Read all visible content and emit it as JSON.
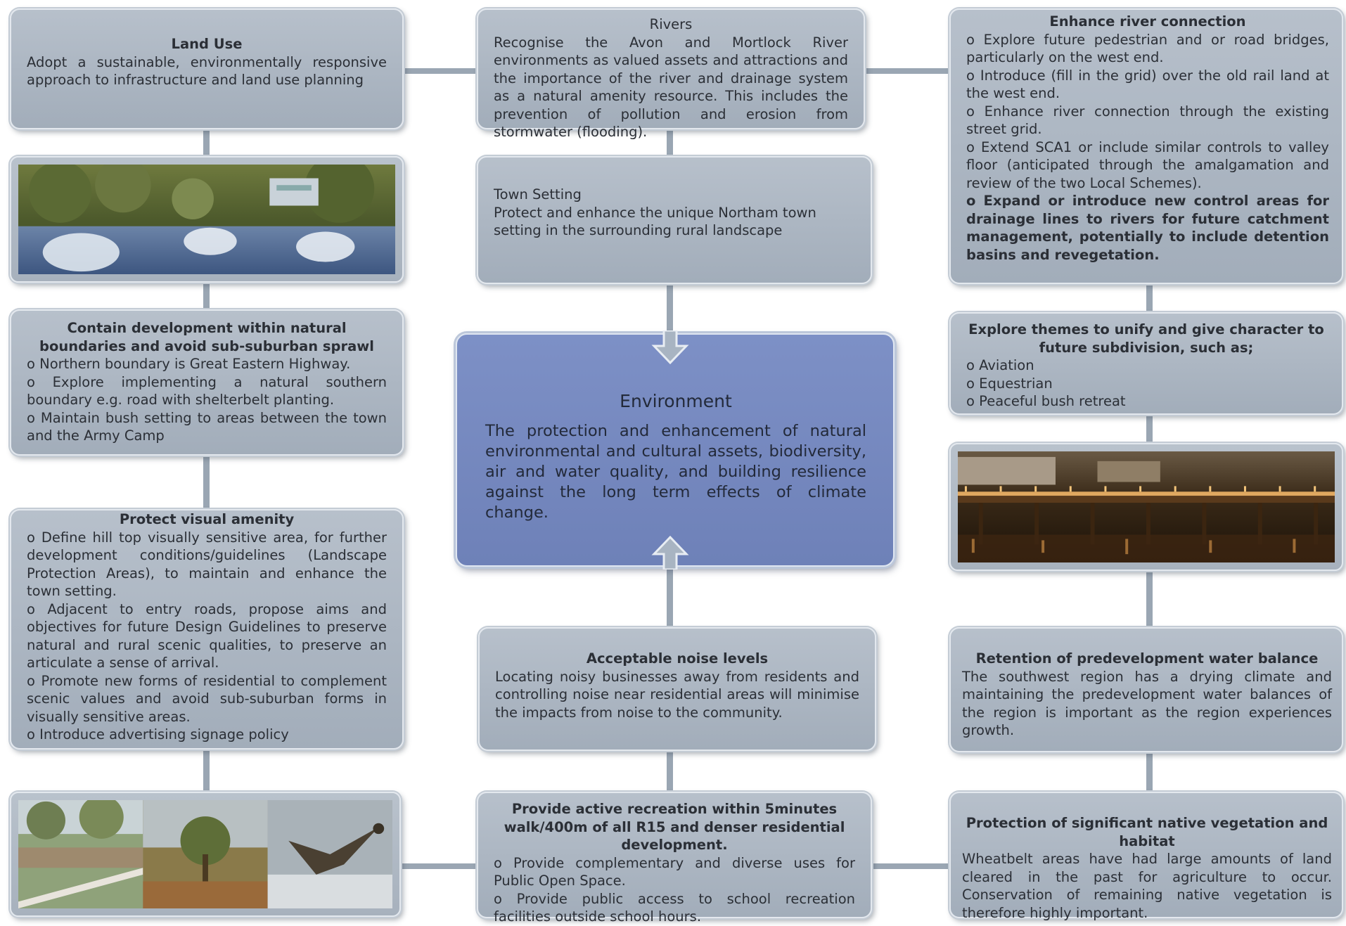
{
  "land_use": {
    "title": "Land Use",
    "text": "Adopt a sustainable, environmentally responsive approach to infrastructure and land use planning"
  },
  "rivers": {
    "title": "Rivers",
    "text": "Recognise the Avon and Mortlock River environments as valued assets and attractions and the importance of the river and drainage system as a natural amenity resource. This includes the prevention of pollution and erosion from stormwater (flooding)."
  },
  "enhance_river": {
    "title": "Enhance river connection",
    "items": [
      "Explore future pedestrian and or road bridges, particularly on the west end.",
      "Introduce (fill in the grid) over the old rail land at the west end.",
      "Enhance river connection through the existing street grid.",
      "Extend SCA1 or include similar controls to valley floor (anticipated through the amalgamation and review of the two Local Schemes).",
      "Expand or introduce new control areas for drainage lines to rivers for future catchment management, potentially to include detention basins and revegetation."
    ]
  },
  "town_setting": {
    "title": "Town Setting",
    "text": "Protect and enhance the unique Northam town setting in the surrounding rural landscape"
  },
  "contain_development": {
    "title": "Contain development within natural boundaries and avoid sub-suburban sprawl",
    "items": [
      "Northern boundary is Great Eastern Highway.",
      "Explore implementing a natural southern boundary e.g. road with shelterbelt planting.",
      "Maintain bush setting to areas between the town and the Army Camp"
    ]
  },
  "environment": {
    "title": "Environment",
    "text": "The protection and enhancement of natural environmental and cultural assets, biodiversity, air and water quality, and building resilience against the long term effects of climate change."
  },
  "explore_themes": {
    "title": "Explore themes to unify and give character to future subdivision, such as;",
    "items": [
      "Aviation",
      "Equestrian",
      "Peaceful bush retreat"
    ]
  },
  "visual_amenity": {
    "title": "Protect visual amenity",
    "items": [
      "Define hill top visually sensitive area, for further development conditions/guidelines (Landscape Protection Areas), to maintain and enhance the town setting.",
      "Adjacent to entry roads, propose aims and objectives for future Design Guidelines to preserve natural and rural scenic qualities, to preserve an articulate a sense of arrival.",
      "Promote new forms of residential to complement scenic values and avoid sub-suburban forms in visually sensitive areas.",
      "Introduce advertising signage policy"
    ]
  },
  "noise": {
    "title": "Acceptable noise levels",
    "text": "Locating noisy businesses away from residents and controlling noise near residential areas will minimise the impacts from noise to the community."
  },
  "water_balance": {
    "title": "Retention of predevelopment water balance",
    "text": "The southwest region has a drying climate and maintaining the predevelopment water balances of the region is important as the region experiences growth."
  },
  "recreation": {
    "title": "Provide active recreation within 5minutes walk/400m of all R15 and denser residential development.",
    "items": [
      "Provide complementary and diverse uses for Public Open Space.",
      "Provide public access to school recreation facilities outside school hours."
    ]
  },
  "vegetation": {
    "title": "Protection of significant native vegetation and habitat",
    "text": "Wheatbelt areas have had large amounts of land cleared in the past for agriculture to occur. Conservation of remaining native vegetation is therefore highly important."
  },
  "colors": {
    "box": "#a9b3bf",
    "center": "#7487be",
    "connector": "#9aa6b3"
  }
}
